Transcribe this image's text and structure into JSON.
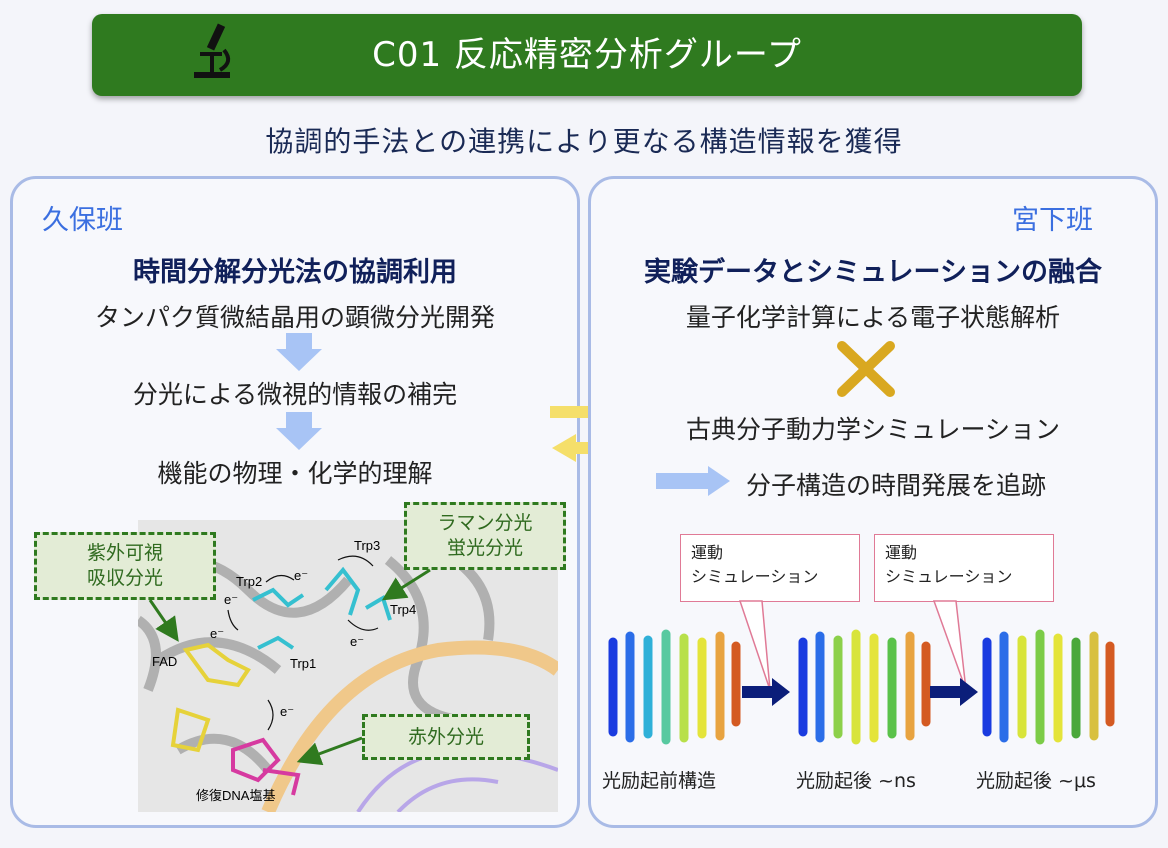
{
  "header": {
    "title": "C01  反応精密分析グループ"
  },
  "subtitle": "協調的手法との連携により更なる構造情報を獲得",
  "left": {
    "team": "久保班",
    "heading": "時間分解分光法の協調利用",
    "step1": "タンパク質微結晶用の顕微分光開発",
    "step2": "分光による微視的情報の補完",
    "step3": "機能の物理・化学的理解",
    "box_uv_line1": "紫外可視",
    "box_uv_line2": "吸収分光",
    "box_raman_line1": "ラマン分光",
    "box_raman_line2": "蛍光分光",
    "box_ir": "赤外分光",
    "labels": {
      "trp1": "Trp1",
      "trp2": "Trp2",
      "trp3": "Trp3",
      "trp4": "Trp4",
      "fad": "FAD",
      "e": "e⁻",
      "dna": "修復DNA塩基"
    }
  },
  "right": {
    "team": "宮下班",
    "heading": "実験データとシミュレーションの融合",
    "line1": "量子化学計算による電子状態解析",
    "line2": "古典分子動力学シミュレーション",
    "line3": "分子構造の時間発展を追跡",
    "callout1_line1": "運動",
    "callout1_line2": "シミュレーション",
    "callout2_line1": "運動",
    "callout2_line2": "シミュレーション",
    "cap1": "光励起前構造",
    "cap2": "光励起後 ~ns",
    "cap3": "光励起後 ~μs"
  },
  "colors": {
    "header": "#2f7a1f",
    "panel_border": "#a9bbe6",
    "team": "#3b6fe0",
    "arrow_blue": "#a8c4f5",
    "arrow_yellow": "#f5df6a",
    "cross": "#d9a820",
    "navy_arrow": "#0b1e7a"
  }
}
